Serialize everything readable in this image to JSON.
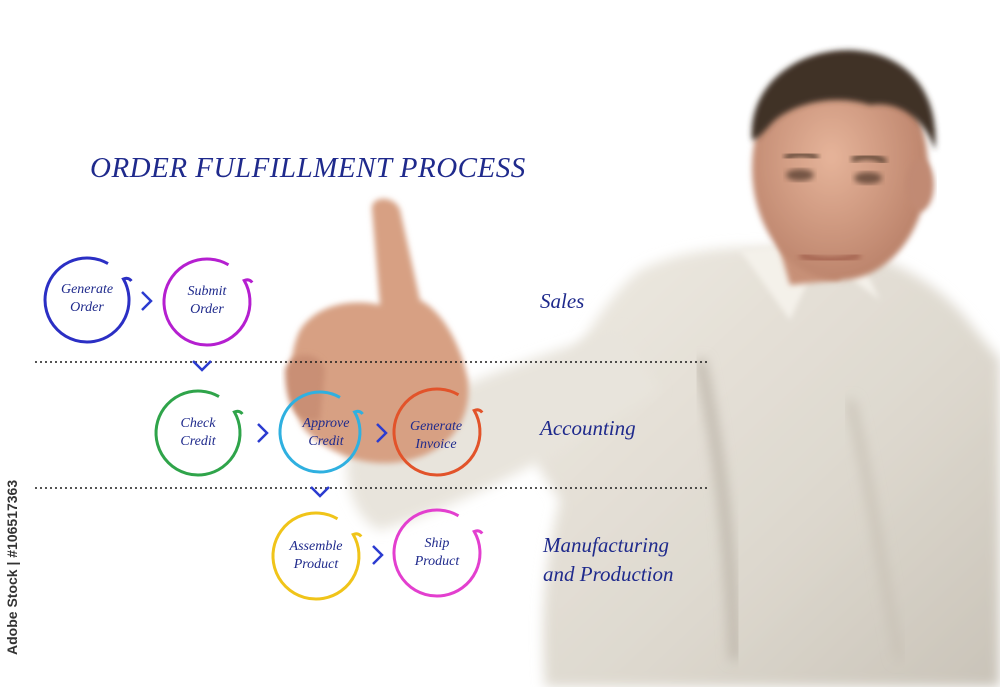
{
  "title": "ORDER FULFILLMENT PROCESS",
  "lanes": [
    {
      "label": "Sales"
    },
    {
      "label": "Accounting"
    },
    {
      "label": "Manufacturing",
      "label2": "and Production"
    }
  ],
  "nodes": [
    {
      "line1": "Generate",
      "line2": "Order",
      "color": "#2b2fc4"
    },
    {
      "line1": "Submit",
      "line2": "Order",
      "color": "#b51fd0"
    },
    {
      "line1": "Check",
      "line2": "Credit",
      "color": "#2fa44a"
    },
    {
      "line1": "Approve",
      "line2": "Credit",
      "color": "#2fb0e0"
    },
    {
      "line1": "Generate",
      "line2": "Invoice",
      "color": "#e2532a"
    },
    {
      "line1": "Assemble",
      "line2": "Product",
      "color": "#f0c419"
    },
    {
      "line1": "Ship",
      "line2": "Product",
      "color": "#e33fcf"
    }
  ],
  "arrow_color": "#2b3bd0",
  "stock_id": "Adobe Stock | #106517363"
}
